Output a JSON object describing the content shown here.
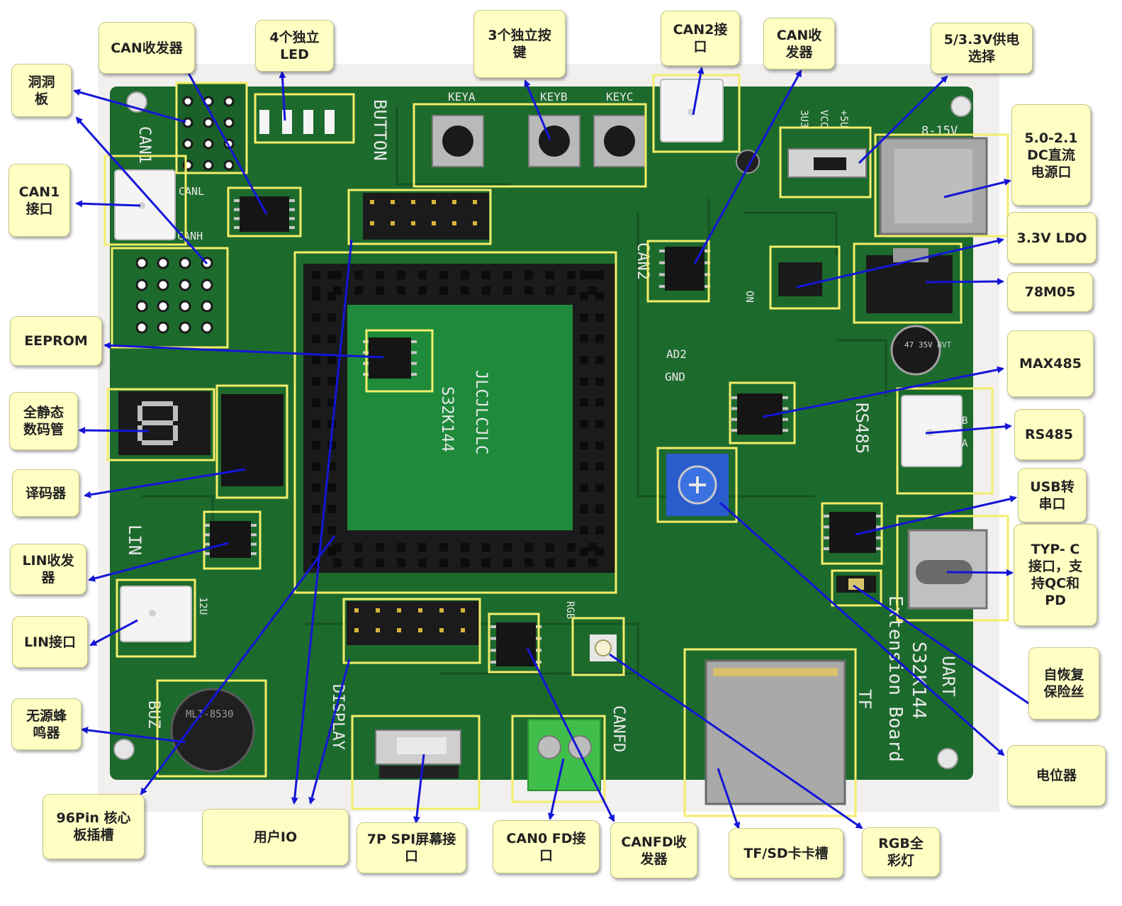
{
  "colors": {
    "pcb": "#1d6a2d",
    "pcb_dark": "#155222",
    "silkscreen": "#e9e9e9",
    "callout_fill": "#ffffc4",
    "arrow": "#1515d8",
    "highlight": "#f2ee6a",
    "header_black": "#1b1b1b",
    "pot_blue": "#2a5ccc",
    "terminal_green": "#3fbf4a"
  },
  "silkscreen": {
    "board_name": "S32K144",
    "board_sub": "Extension Board",
    "core_name_1": "JLCJLCJLC",
    "core_name_2": "S32K144",
    "button": "BUTTON",
    "keya": "KEYA",
    "keyb": "KEYB",
    "keyc": "KEYC",
    "can1": "CAN1",
    "canl": "CANL",
    "canh": "CANH",
    "can2": "CAN2",
    "rs485": "RS485",
    "uart": "UART",
    "tf": "TF",
    "lin": "LIN",
    "buz": "BUZ",
    "display": "DISPLAY",
    "canfd": "CANFD",
    "v8_15": "8-15V",
    "v3u3": "3U3",
    "vcc": "VCC",
    "v5": "+5U",
    "ad2": "AD2",
    "gnd": "GND",
    "on": "ON",
    "rgb": "RGB",
    "a": "A",
    "b": "B",
    "v12": "12U",
    "buzzer_text": "MLT-8530",
    "cap_text": "47\n35V\nRVT"
  },
  "callouts": [
    {
      "id": "perfboard",
      "text": "洞洞\n板"
    },
    {
      "id": "can-transceiver-left",
      "text": "CAN收发器"
    },
    {
      "id": "leds",
      "text": "4个独立\nLED"
    },
    {
      "id": "keys",
      "text": "3个独立按\n键"
    },
    {
      "id": "can2-port",
      "text": "CAN2接\n口"
    },
    {
      "id": "can-transceiver-right",
      "text": "CAN收\n发器"
    },
    {
      "id": "power-select",
      "text": "5/3.3V供电\n选择"
    },
    {
      "id": "dc-jack",
      "text": "5.0-2.1\nDC直流\n电源口"
    },
    {
      "id": "can1-port",
      "text": "CAN1\n接口"
    },
    {
      "id": "ldo",
      "text": "3.3V LDO"
    },
    {
      "id": "78m05",
      "text": "78M05"
    },
    {
      "id": "eeprom",
      "text": "EEPROM"
    },
    {
      "id": "max485",
      "text": "MAX485"
    },
    {
      "id": "seg-display",
      "text": "全静态\n数码管"
    },
    {
      "id": "rs485",
      "text": "RS485"
    },
    {
      "id": "decoder",
      "text": "译码器"
    },
    {
      "id": "usb-uart",
      "text": "USB转\n串口"
    },
    {
      "id": "lin-transceiver",
      "text": "LIN收发\n器"
    },
    {
      "id": "type-c",
      "text": "TYP- C\n接口，支\n持QC和\nPD"
    },
    {
      "id": "lin-port",
      "text": "LIN接口"
    },
    {
      "id": "fuse",
      "text": "自恢复\n保险丝"
    },
    {
      "id": "buzzer",
      "text": "无源蜂\n鸣器"
    },
    {
      "id": "potentiometer",
      "text": "电位器"
    },
    {
      "id": "core-socket",
      "text": "96Pin 核心\n板插槽"
    },
    {
      "id": "user-io",
      "text": "用户IO"
    },
    {
      "id": "spi-screen",
      "text": "7P SPI屏幕接\n口"
    },
    {
      "id": "can0-fd",
      "text": "CAN0 FD接\n口"
    },
    {
      "id": "canfd-transceiver",
      "text": "CANFD收\n发器"
    },
    {
      "id": "tf-slot",
      "text": "TF/SD卡卡槽"
    },
    {
      "id": "rgb-led",
      "text": "RGB全\n彩灯"
    }
  ]
}
